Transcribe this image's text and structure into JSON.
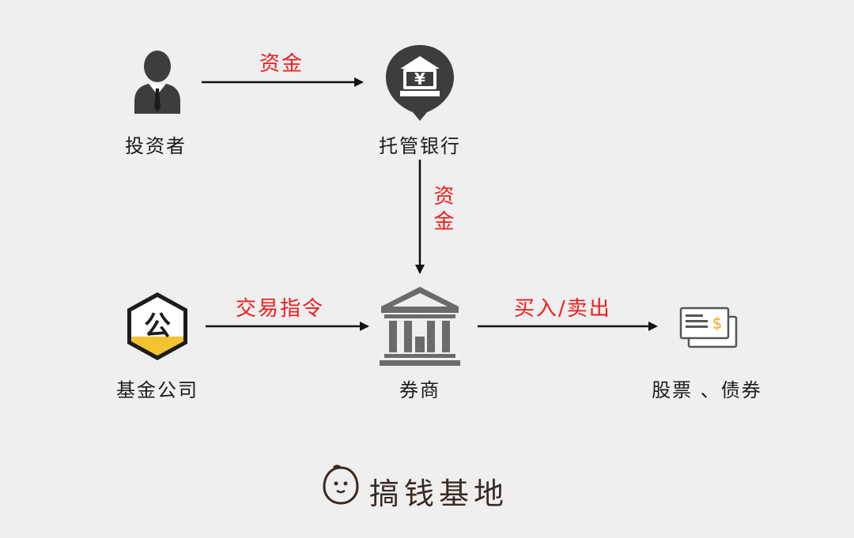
{
  "nodes": {
    "investor": "投资者",
    "custodian_bank": "托管银行",
    "fund_company": "基金公司",
    "broker": "券商",
    "securities": "股票 、债券"
  },
  "edges": {
    "investor_to_bank": "资金",
    "bank_to_broker": "资金",
    "fund_to_broker": "交易指令",
    "broker_to_securities": "买入/卖出"
  },
  "fund_badge_glyph": "公",
  "bank_glyph": "¥",
  "securities_glyph": "$",
  "brand": "搞钱基地",
  "colors": {
    "edge_label": "#ee1c1c",
    "icon_dark": "#3d3d3d",
    "badge_yellow": "#f5c330",
    "background": "#efefef"
  }
}
